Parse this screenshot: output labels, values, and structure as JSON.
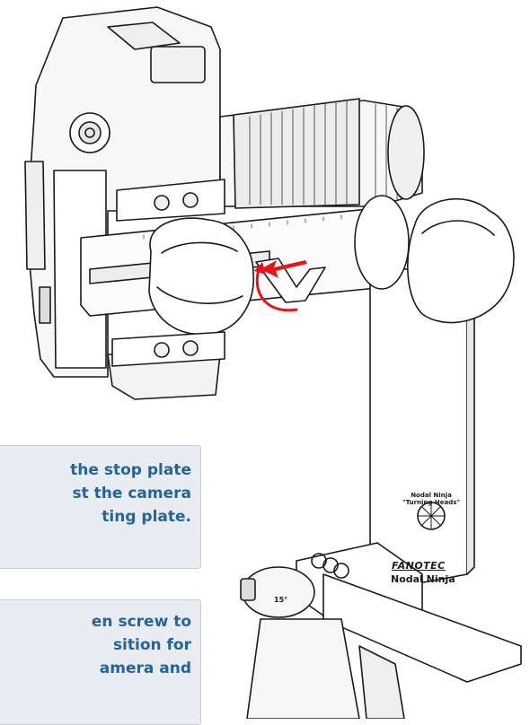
{
  "callouts": [
    {
      "lines": [
        "the stop plate",
        "st the camera",
        "ting plate."
      ]
    },
    {
      "lines": [
        "en screw to",
        "sition for",
        "amera and"
      ]
    }
  ],
  "illustration": {
    "brand_fanotec": "FANOTEC",
    "brand_model": "Nodal Ninja",
    "logo_text": "Nodal Ninja \"Turning Heads\"",
    "rotator_degree": "15°"
  },
  "colors": {
    "callout_text": "#24639c",
    "callout_bg": "#e9edf2",
    "arrow_red": "#e4161b",
    "line_art": "#1a1a1a"
  },
  "icons": [
    "red-rotation-arrow-icon",
    "nodal-ninja-logo-icon"
  ]
}
